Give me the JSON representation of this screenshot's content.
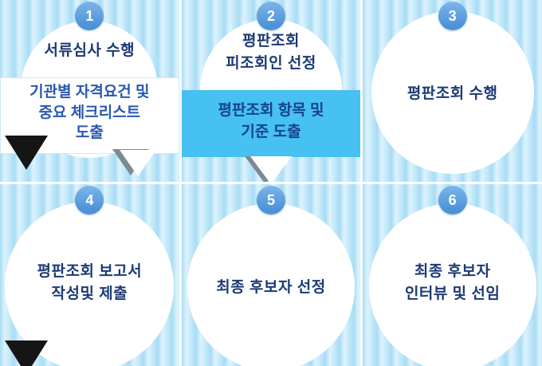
{
  "steps": [
    {
      "number": "1",
      "title": "서류심사 수행",
      "callout": "기관별 자격요건 및\n중요 체크리스트\n도출"
    },
    {
      "number": "2",
      "title": "평판조회\n피조회인 선정",
      "callout": "평판조회 항목 및\n기준 도출"
    },
    {
      "number": "3",
      "title": "평판조회 수행"
    },
    {
      "number": "4",
      "title": "평판조회 보고서\n작성및 제출"
    },
    {
      "number": "5",
      "title": "최종 후보자 선정"
    },
    {
      "number": "6",
      "title": "최종 후보자\n인터뷰 및 선임"
    }
  ],
  "colors": {
    "stripe_a": "#a8dcf5",
    "stripe_b": "#ddf3fd",
    "badge_blue": "#4c92d8",
    "title_text": "#1c3a74",
    "callout1_text": "#2a58b0",
    "callout2_bg": "#47c0f2",
    "callout2_text": "#17418f"
  }
}
